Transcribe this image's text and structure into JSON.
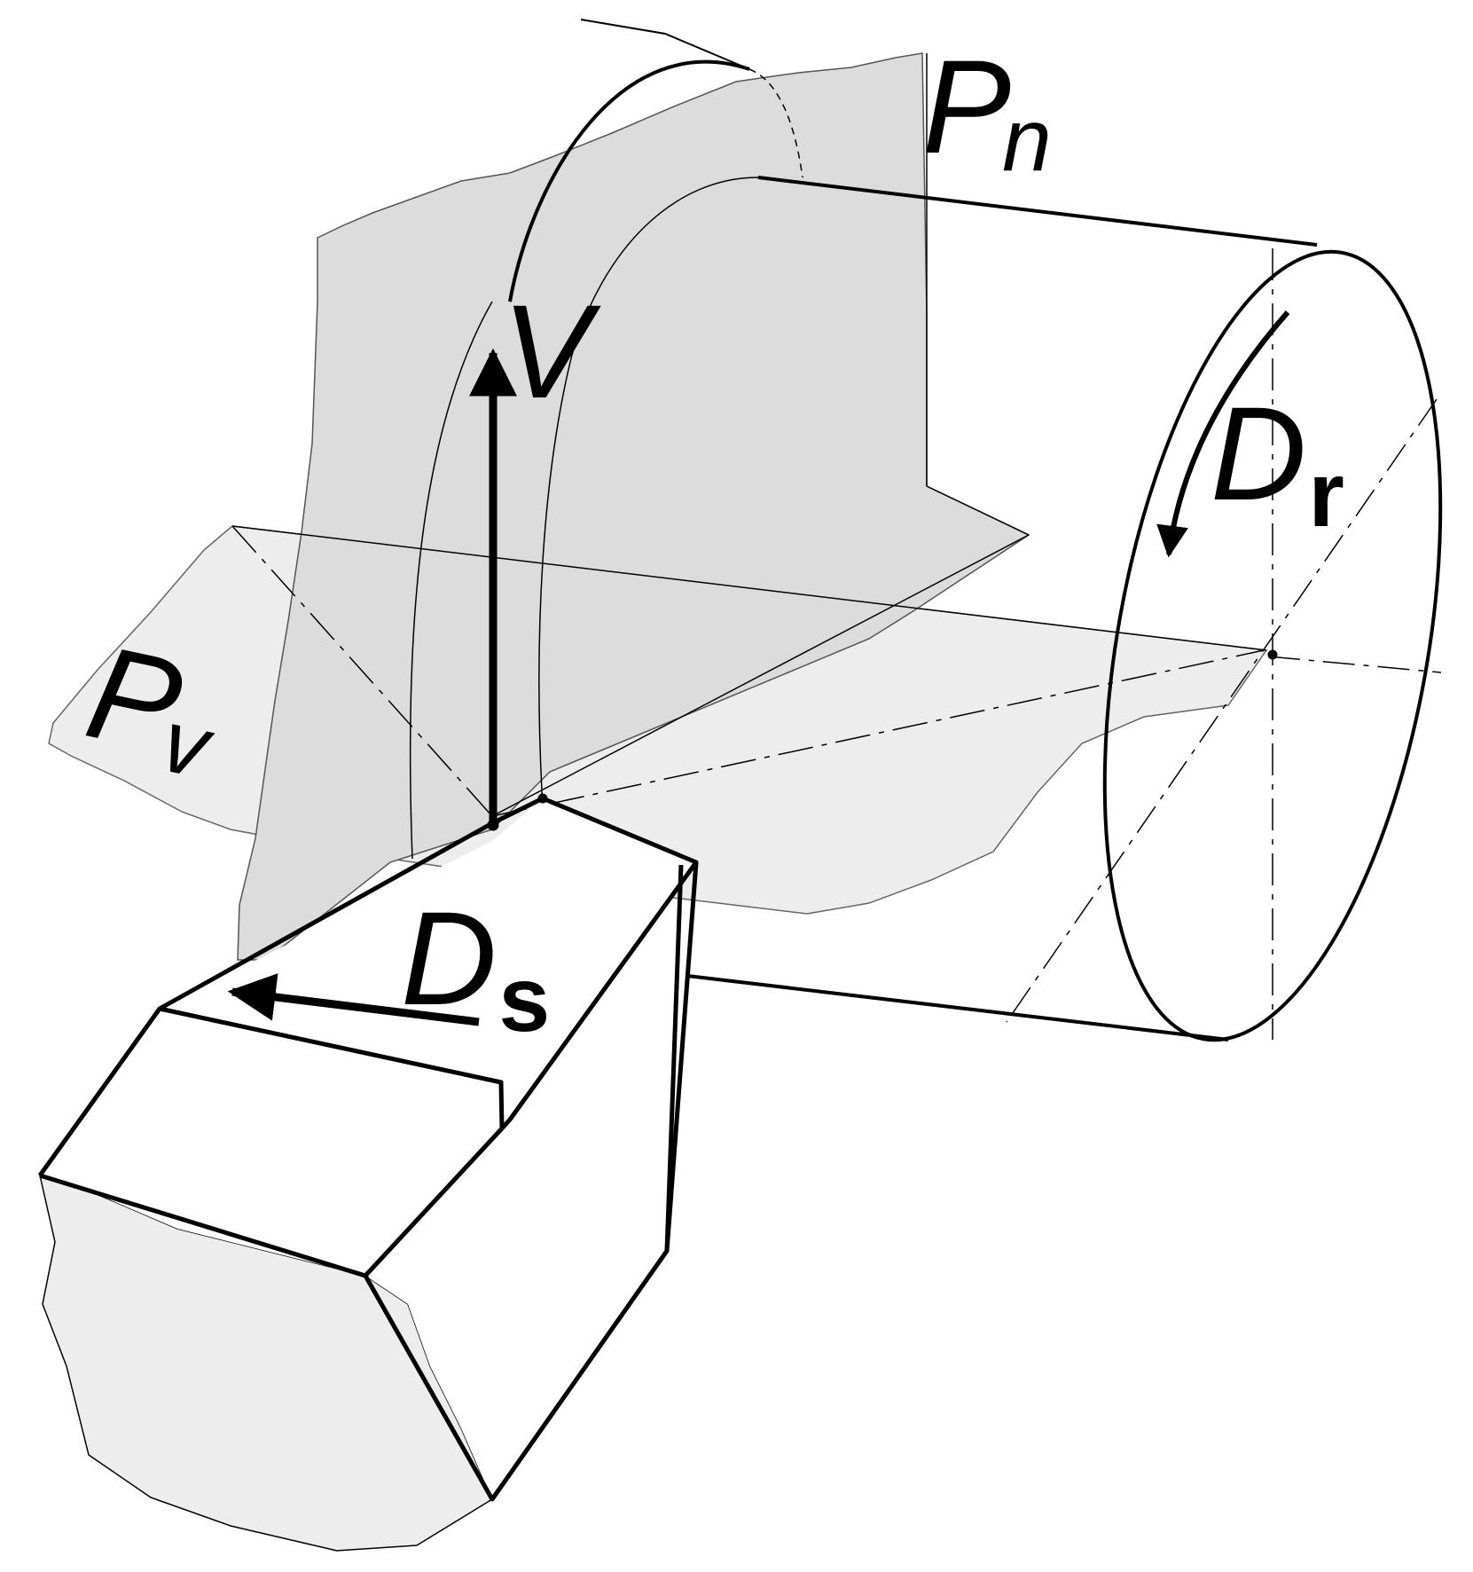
{
  "labels": {
    "pn_main": "P",
    "pn_sub": "n",
    "pv_main": "P",
    "pv_sub": "v",
    "v": "V",
    "dr_main": "D",
    "dr_sub": "r",
    "ds_main": "D",
    "ds_sub": "s"
  },
  "colors": {
    "plane_dark": "#dcdcdc",
    "plane_light": "#ededed",
    "line": "#000000"
  }
}
